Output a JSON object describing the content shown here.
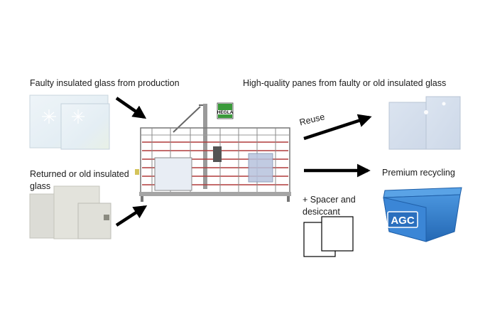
{
  "labels": {
    "faulty": "Faulty insulated glass from production",
    "returned": "Returned or old insulated glass",
    "high_quality": "High-quality panes from faulty or old insulated glass",
    "reuse": "Reuse",
    "premium": "Premium recycling",
    "spacer": "+ Spacer and desiccant"
  },
  "machine": {
    "brand": "HEGLA"
  },
  "bin": {
    "brand": "AGC"
  },
  "colors": {
    "arrow": "#000000",
    "glass_light": "#e6eef5",
    "bin_blue": "#2f7fd0",
    "hegla_green": "#3a9a3a",
    "machine_red": "#c0392b"
  }
}
